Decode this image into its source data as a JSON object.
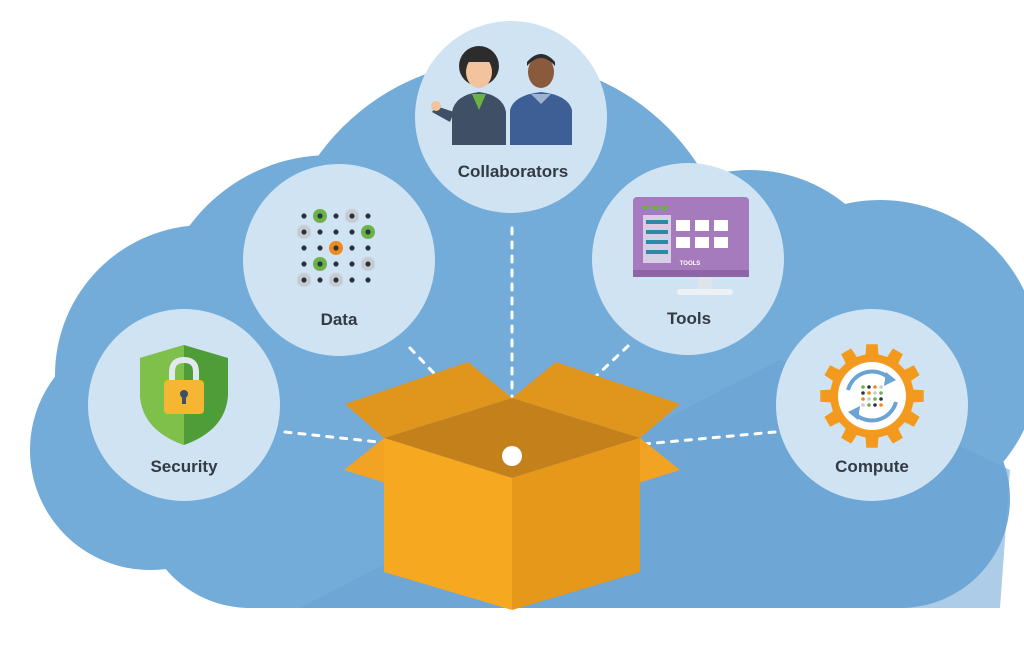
{
  "colors": {
    "cloud": "#73abd9",
    "cloud_shade": "#6aa3d4",
    "node_fill": "#cfe3f2",
    "label": "#333a44",
    "box_front": "#f6a821",
    "box_side": "#e59819",
    "box_flap": "#f2a324",
    "box_inner": "#c4801a",
    "gear": "#f39a1e",
    "shield_light": "#7fc04a",
    "shield_dark": "#4f9d38",
    "lock": "#f5b733",
    "monitor": "#a57bbd",
    "dot_green": "#6bb244",
    "dot_orange": "#f08a1d",
    "dot_dark": "#2c3440",
    "dot_gray": "#c7ccd3"
  },
  "nodes": {
    "collaborators": {
      "label": "Collaborators",
      "icon": "people-icon"
    },
    "data": {
      "label": "Data",
      "icon": "data-dots-icon"
    },
    "tools": {
      "label": "Tools",
      "icon": "monitor-icon",
      "screen_text": "TOOLS"
    },
    "security": {
      "label": "Security",
      "icon": "shield-lock-icon"
    },
    "compute": {
      "label": "Compute",
      "icon": "gear-icon"
    }
  },
  "center": {
    "icon": "open-box-icon"
  }
}
